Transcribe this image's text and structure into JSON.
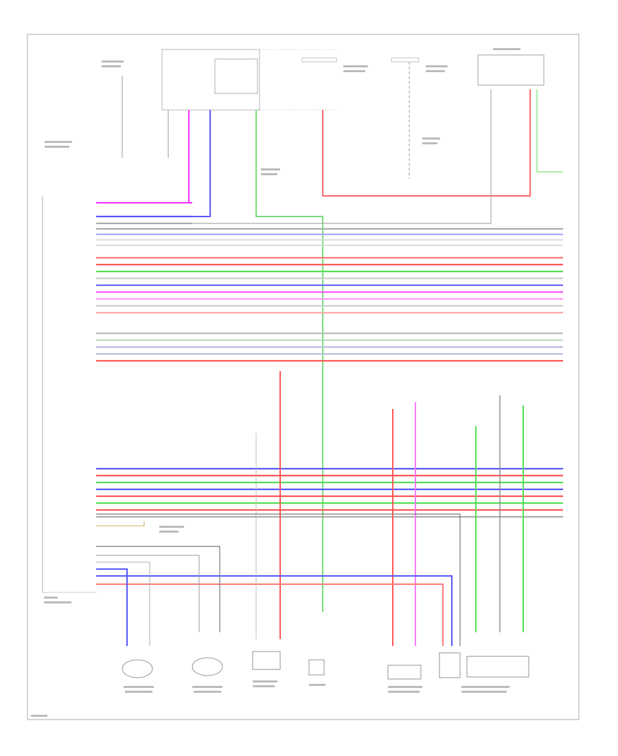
{
  "diagram": {
    "wires": [
      {
        "name": "wire-row-1",
        "color": "#ff33ff"
      },
      {
        "name": "wire-row-2",
        "color": "#5555ff"
      },
      {
        "name": "wire-row-3",
        "color": "#aaaaaa"
      },
      {
        "name": "wire-row-4",
        "color": "#aaaaaa"
      },
      {
        "name": "wire-row-5",
        "color": "#aaaaff"
      },
      {
        "name": "wire-row-6",
        "color": "#dddddd"
      },
      {
        "name": "wire-row-7",
        "color": "#dddddd"
      },
      {
        "name": "wire-row-8",
        "color": "#ff7777"
      },
      {
        "name": "wire-row-9",
        "color": "#ff5555"
      },
      {
        "name": "wire-row-10",
        "color": "#55dd55"
      },
      {
        "name": "wire-row-11",
        "color": "#cccccc"
      },
      {
        "name": "wire-row-12",
        "color": "#6666ff"
      },
      {
        "name": "wire-row-13",
        "color": "#ff55ff"
      },
      {
        "name": "wire-row-14",
        "color": "#ff99ff"
      },
      {
        "name": "wire-row-15",
        "color": "#cccccc"
      },
      {
        "name": "wire-row-16",
        "color": "#ffaaaa"
      },
      {
        "name": "wire-row-17",
        "color": "#bbbbbb"
      },
      {
        "name": "wire-row-18",
        "color": "#bbddbb"
      },
      {
        "name": "wire-row-19",
        "color": "#bbbbdd"
      },
      {
        "name": "wire-row-20",
        "color": "#bbbbdd"
      },
      {
        "name": "wire-row-21",
        "color": "#ff5555"
      },
      {
        "name": "wire-row-22",
        "color": "#5555ff"
      },
      {
        "name": "wire-row-23",
        "color": "#ff5555"
      },
      {
        "name": "wire-row-24",
        "color": "#55dd55"
      },
      {
        "name": "wire-row-25",
        "color": "#5555ff"
      },
      {
        "name": "wire-row-26",
        "color": "#ff5555"
      },
      {
        "name": "wire-row-27",
        "color": "#55dd55"
      },
      {
        "name": "wire-row-28",
        "color": "#ff5555"
      },
      {
        "name": "wire-row-29",
        "color": "#aaaaaa"
      }
    ]
  }
}
